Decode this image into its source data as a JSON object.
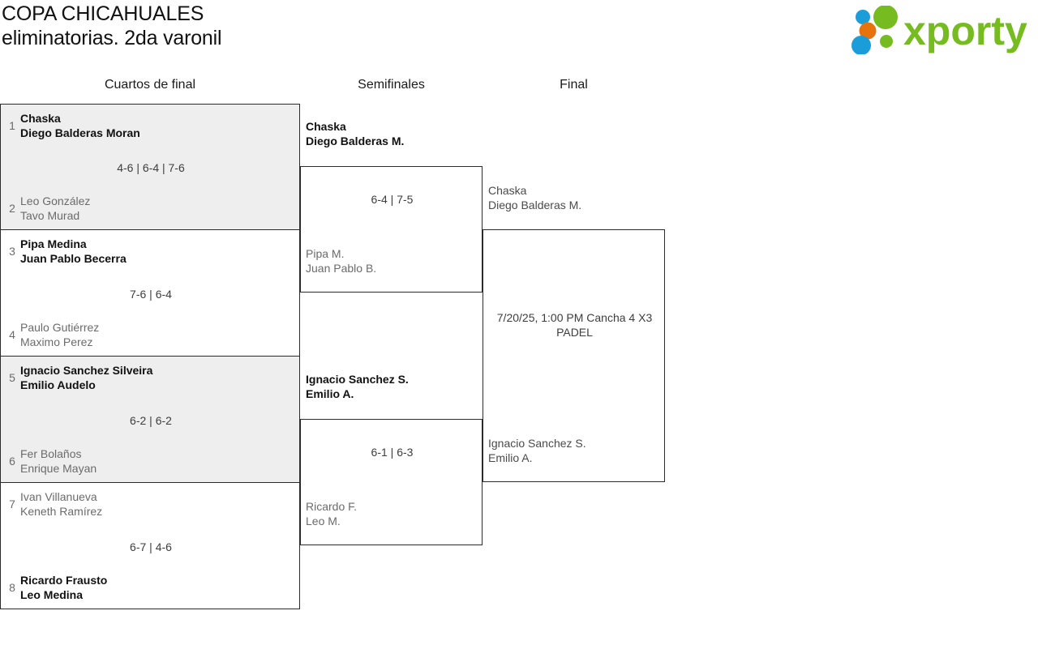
{
  "header": {
    "title": "COPA CHICAHUALES\neliminatorias. 2da varonil",
    "logo": {
      "name": "xporty-logo",
      "wordmark": "xporty",
      "colors": {
        "green": "#76bc21",
        "blue": "#1b9dd9",
        "orange": "#e8720c"
      }
    }
  },
  "rounds": [
    {
      "label": "Cuartos de final"
    },
    {
      "label": "Semifinales"
    },
    {
      "label": "Final"
    }
  ],
  "quarterfinals": [
    {
      "shaded": true,
      "score": "4-6 | 6-4 | 7-6",
      "top": {
        "seed": "1",
        "p1": "Chaska",
        "p2": "Diego Balderas Moran",
        "state": "winner"
      },
      "bottom": {
        "seed": "2",
        "p1": "Leo González",
        "p2": "Tavo Murad",
        "state": "loser"
      }
    },
    {
      "shaded": false,
      "score": "7-6 | 6-4",
      "top": {
        "seed": "3",
        "p1": "Pipa Medina",
        "p2": "Juan Pablo Becerra",
        "state": "winner"
      },
      "bottom": {
        "seed": "4",
        "p1": "Paulo Gutiérrez",
        "p2": "Maximo Perez",
        "state": "loser"
      }
    },
    {
      "shaded": true,
      "score": "6-2 | 6-2",
      "top": {
        "seed": "5",
        "p1": "Ignacio Sanchez Silveira",
        "p2": "Emilio Audelo",
        "state": "winner"
      },
      "bottom": {
        "seed": "6",
        "p1": "Fer Bolaños",
        "p2": "Enrique Mayan",
        "state": "loser"
      }
    },
    {
      "shaded": false,
      "score": "6-7 | 4-6",
      "top": {
        "seed": "7",
        "p1": "Ivan Villanueva",
        "p2": "Keneth Ramírez",
        "state": "loser"
      },
      "bottom": {
        "seed": "8",
        "p1": "Ricardo Frausto",
        "p2": "Leo Medina",
        "state": "winner"
      }
    }
  ],
  "semifinals": [
    {
      "score": "6-4 | 7-5",
      "top": {
        "p1": "Chaska",
        "p2": "Diego Balderas M.",
        "state": "winner"
      },
      "bottom": {
        "p1": "Pipa M.",
        "p2": "Juan Pablo B.",
        "state": "loser"
      }
    },
    {
      "score": "6-1 | 6-3",
      "top": {
        "p1": "Ignacio Sanchez S.",
        "p2": "Emilio A.",
        "state": "winner"
      },
      "bottom": {
        "p1": "Ricardo F.",
        "p2": "Leo M.",
        "state": "loser"
      }
    }
  ],
  "final": {
    "schedule": "7/20/25, 1:00 PM Cancha 4 X3 PADEL",
    "top": {
      "p1": "Chaska",
      "p2": "Diego Balderas M.",
      "state": "pending"
    },
    "bottom": {
      "p1": "Ignacio Sanchez S.",
      "p2": "Emilio A.",
      "state": "pending"
    }
  }
}
